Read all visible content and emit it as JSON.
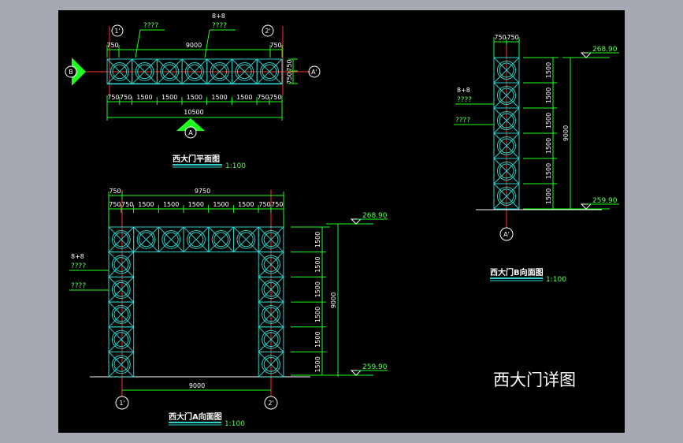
{
  "plan": {
    "title": "西大门平面图",
    "scale": "1:100",
    "axis_left": "1'",
    "axis_right": "2'",
    "axis_b": "B",
    "axis_a_right": "A'",
    "axis_a_bottom": "A",
    "note_top_left": "????",
    "note_top_mid_a": "8+8",
    "note_top_mid_b": "????",
    "dims_top": [
      "750",
      "9000",
      "750"
    ],
    "dims_bottom": [
      "750",
      "750",
      "1500",
      "1500",
      "1500",
      "1500",
      "1500",
      "750",
      "750"
    ],
    "dim_total": "10500",
    "dims_side": [
      "750",
      "750"
    ]
  },
  "elev_a": {
    "title": "西大门A向面图",
    "scale": "1:100",
    "axis_left": "1'",
    "axis_right": "2'",
    "note_a": "8+8",
    "note_b": "????",
    "note_c": "????",
    "dims_top": [
      "750",
      "9750"
    ],
    "dims_top_row2": [
      "750",
      "750",
      "1500",
      "1500",
      "1500",
      "1500",
      "1500",
      "750",
      "750"
    ],
    "dims_right": [
      "1500",
      "1500",
      "1500",
      "1500",
      "1500",
      "1500"
    ],
    "dim_height": "9000",
    "dim_width": "9000",
    "level_top": "268.90",
    "level_bottom": "259.90"
  },
  "elev_b": {
    "title": "西大门B向面图",
    "scale": "1:100",
    "axis_bottom": "A'",
    "note_a": "8+8",
    "note_b": "????",
    "note_c": "????",
    "dims_top": [
      "750",
      "750"
    ],
    "dims_right": [
      "1500",
      "1500",
      "1500",
      "1500",
      "1500",
      "1500"
    ],
    "dim_height": "9000",
    "level_top": "268.90",
    "level_bottom": "259.90"
  },
  "sheet_title": "西大门详图",
  "colors": {
    "background": "#000000",
    "frame": "#a5aab2",
    "cells": "#2dd0c8",
    "dimensions": "#1eff1e",
    "axis_lines": "#ff3030",
    "text": "#ffffff"
  }
}
